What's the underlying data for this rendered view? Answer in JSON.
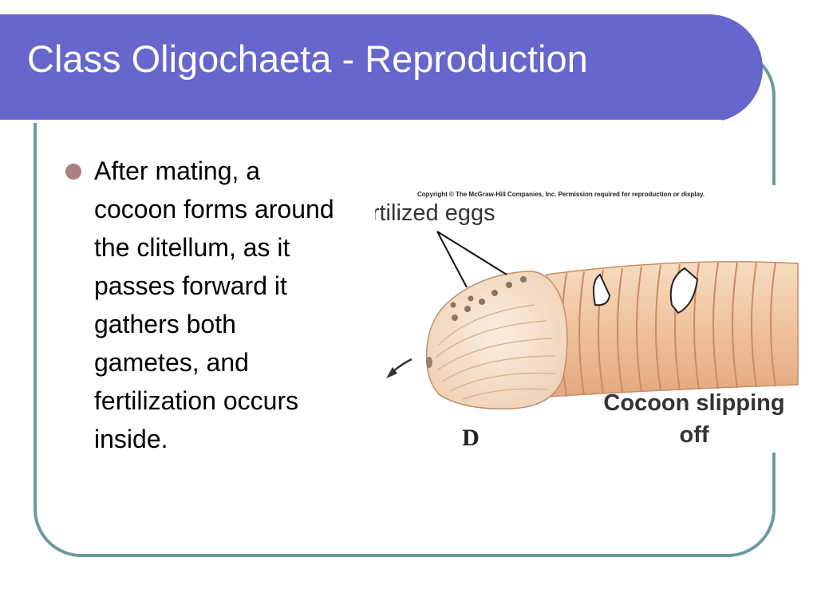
{
  "slide": {
    "title": "Class Oligochaeta - Reproduction",
    "bullet": "After mating, a cocoon forms around the clitellum, as it passes forward it gathers both gametes, and fertilization occurs inside."
  },
  "figure": {
    "copyright": "Copyright © The McGraw-Hill Companies, Inc. Permission required for reproduction or display.",
    "label_eggs": "Fertilized eggs",
    "label_cocoon_line1": "Cocoon slipping",
    "label_cocoon_line2": "off",
    "panel_letter": "D"
  },
  "colors": {
    "title_bar": "#6666cc",
    "frame_border": "#6a9b9b",
    "bullet": "#a88080",
    "worm_body": "#f2c8a2",
    "worm_ridge": "#d9a27a",
    "cocoon": "#f3dcc4"
  }
}
